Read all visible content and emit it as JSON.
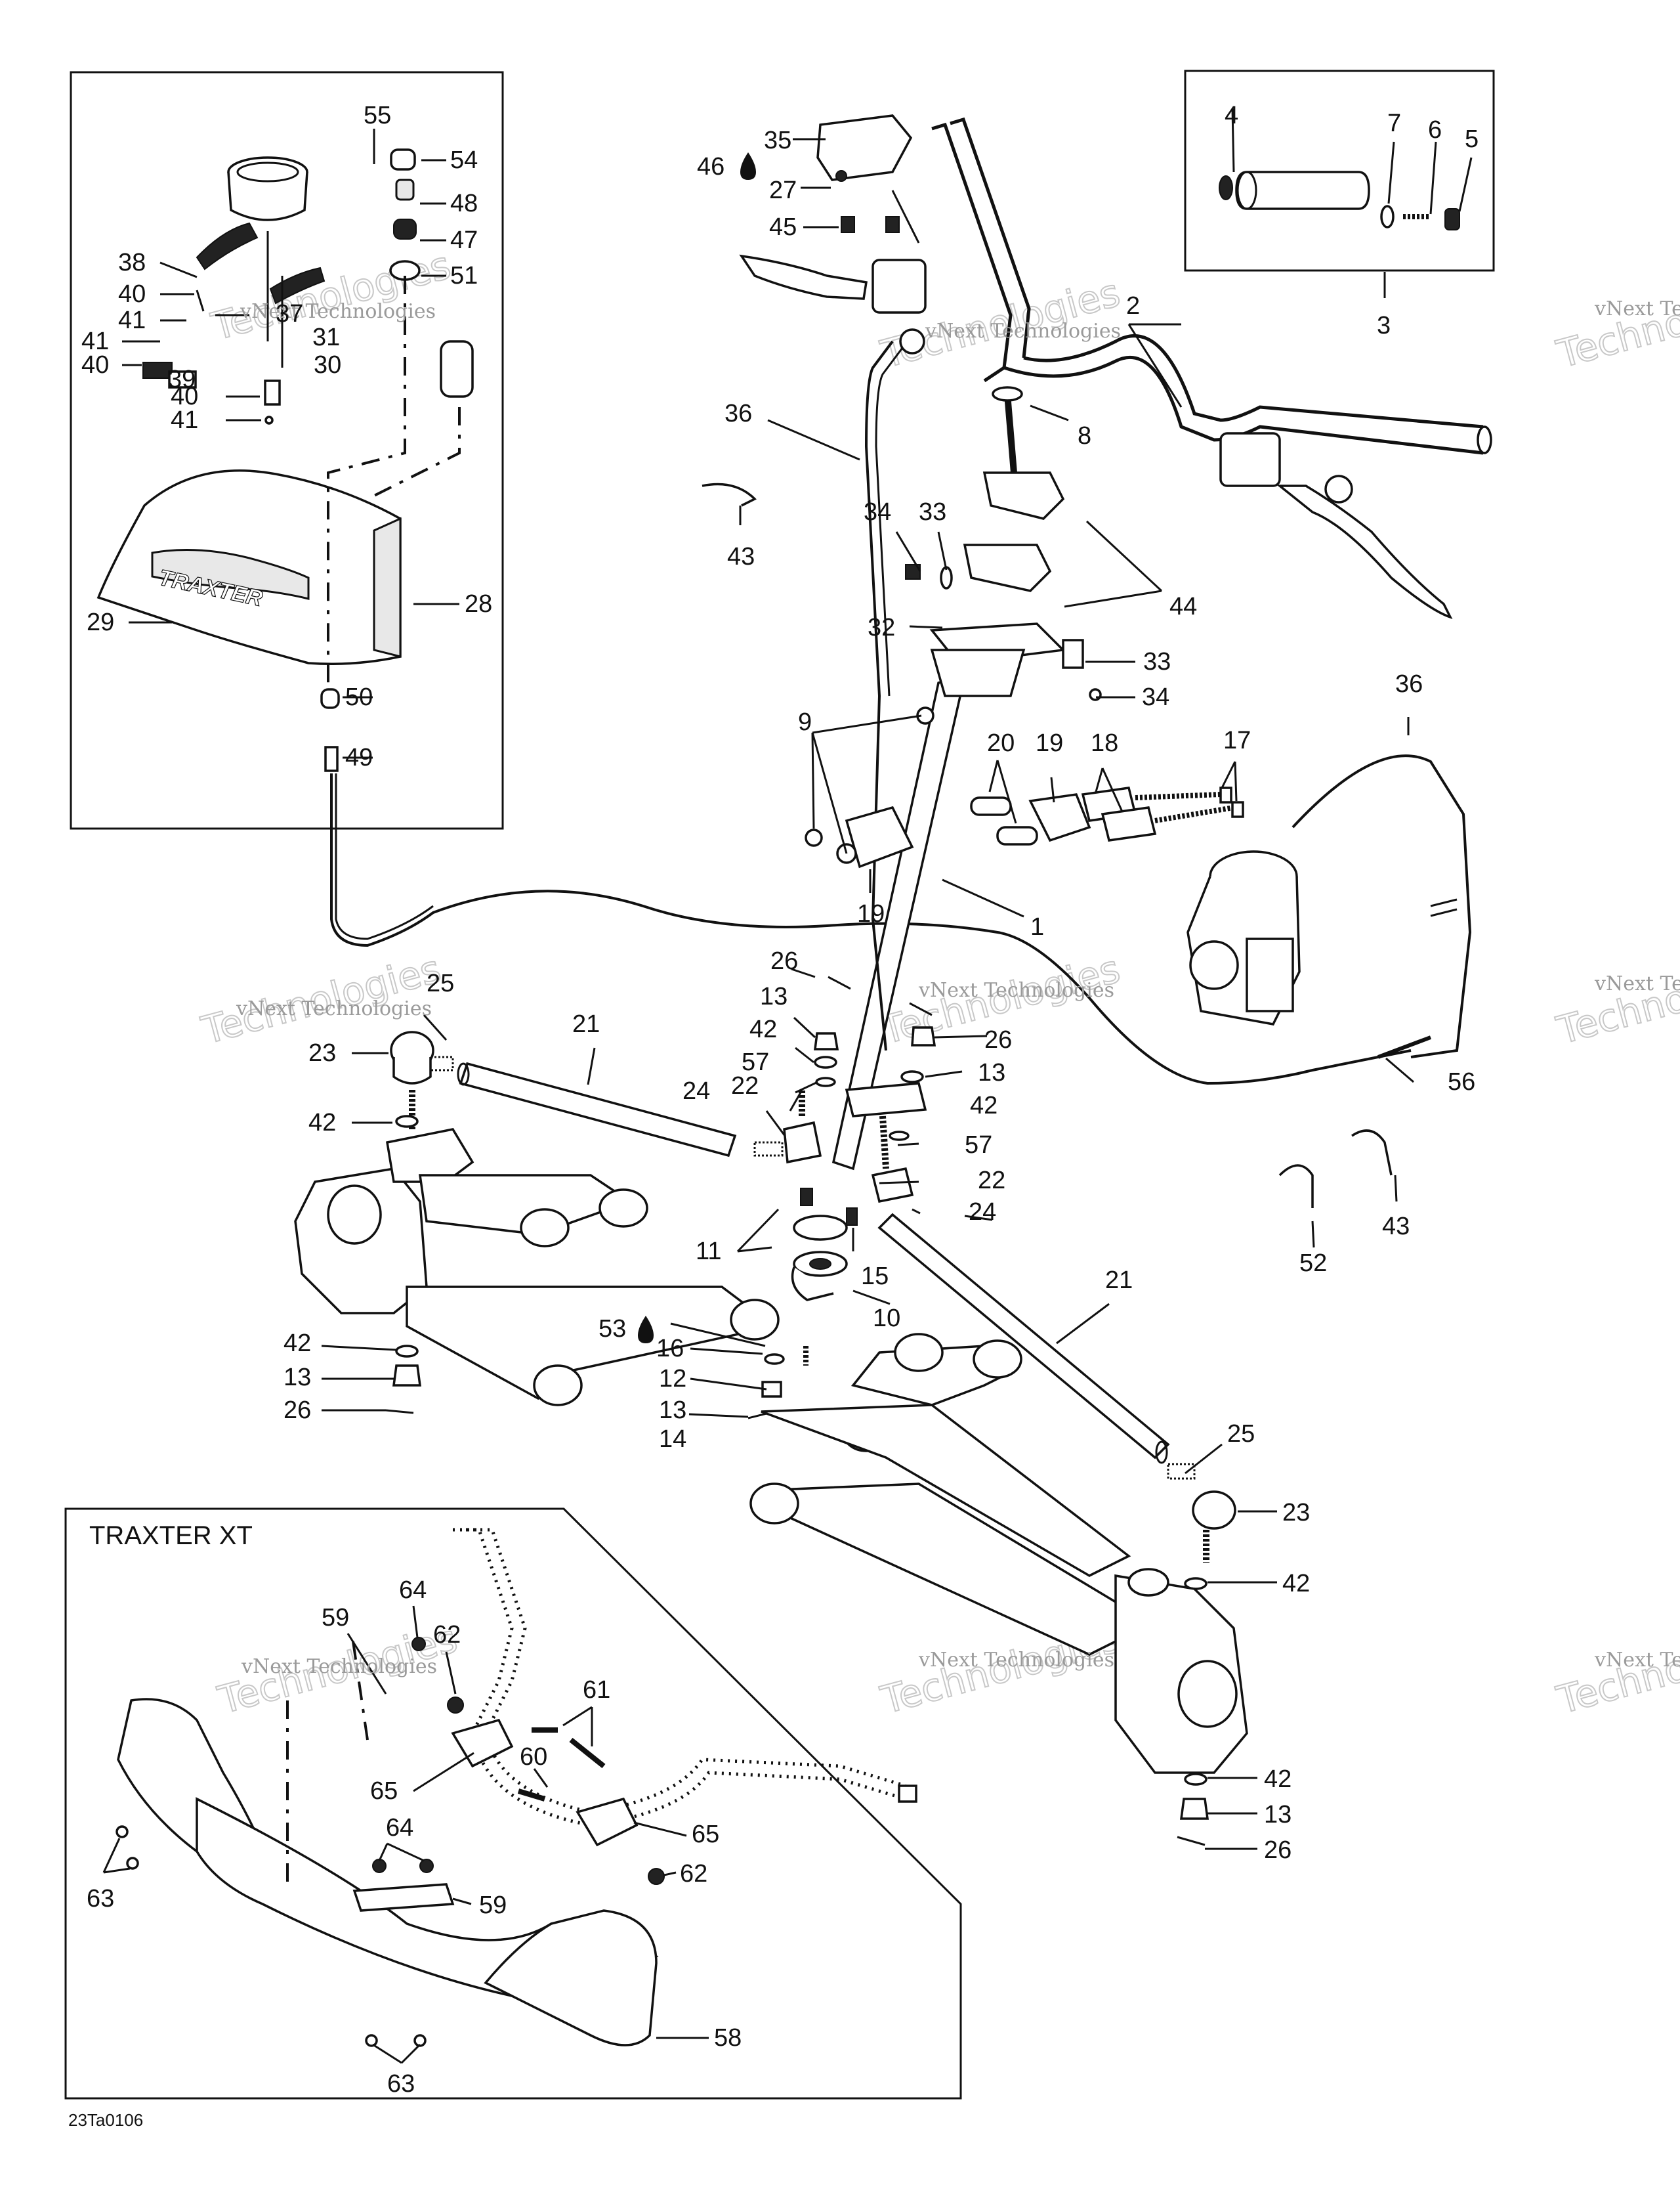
{
  "diagram": {
    "document_code": "23Ta0106",
    "inset_title": "TRAXTER XT",
    "watermark": {
      "line1": "vNext Technologies",
      "line2": "Technologies"
    },
    "callouts": [
      {
        "id": "c55",
        "text": "55"
      },
      {
        "id": "c54",
        "text": "54"
      },
      {
        "id": "c48",
        "text": "48"
      },
      {
        "id": "c47",
        "text": "47"
      },
      {
        "id": "c51",
        "text": "51"
      },
      {
        "id": "c38",
        "text": "38"
      },
      {
        "id": "c40a",
        "text": "40"
      },
      {
        "id": "c37",
        "text": "37"
      },
      {
        "id": "c41a",
        "text": "41"
      },
      {
        "id": "c31",
        "text": "31"
      },
      {
        "id": "c41b",
        "text": "41"
      },
      {
        "id": "c40b",
        "text": "40"
      },
      {
        "id": "c39",
        "text": "39"
      },
      {
        "id": "c30",
        "text": "30"
      },
      {
        "id": "c40c",
        "text": "40"
      },
      {
        "id": "c41c",
        "text": "41"
      },
      {
        "id": "c28",
        "text": "28"
      },
      {
        "id": "c29",
        "text": "29"
      },
      {
        "id": "c50",
        "text": "50"
      },
      {
        "id": "c49",
        "text": "49"
      },
      {
        "id": "c35",
        "text": "35"
      },
      {
        "id": "c46",
        "text": "46"
      },
      {
        "id": "c27",
        "text": "27"
      },
      {
        "id": "c45",
        "text": "45"
      },
      {
        "id": "c2",
        "text": "2"
      },
      {
        "id": "c36a",
        "text": "36"
      },
      {
        "id": "c8",
        "text": "8"
      },
      {
        "id": "c43a",
        "text": "43"
      },
      {
        "id": "c34a",
        "text": "34"
      },
      {
        "id": "c33a",
        "text": "33"
      },
      {
        "id": "c44",
        "text": "44"
      },
      {
        "id": "c32",
        "text": "32"
      },
      {
        "id": "c33b",
        "text": "33"
      },
      {
        "id": "c34b",
        "text": "34"
      },
      {
        "id": "c9",
        "text": "9"
      },
      {
        "id": "c20",
        "text": "20"
      },
      {
        "id": "c19a",
        "text": "19"
      },
      {
        "id": "c18",
        "text": "18"
      },
      {
        "id": "c17",
        "text": "17"
      },
      {
        "id": "c36b",
        "text": "36"
      },
      {
        "id": "c19b",
        "text": "19"
      },
      {
        "id": "c1",
        "text": "1"
      },
      {
        "id": "c4",
        "text": "4"
      },
      {
        "id": "c7",
        "text": "7"
      },
      {
        "id": "c6",
        "text": "6"
      },
      {
        "id": "c5",
        "text": "5"
      },
      {
        "id": "c3",
        "text": "3"
      },
      {
        "id": "c25a",
        "text": "25"
      },
      {
        "id": "c21a",
        "text": "21"
      },
      {
        "id": "c23a",
        "text": "23"
      },
      {
        "id": "c42a",
        "text": "42"
      },
      {
        "id": "c26a",
        "text": "26"
      },
      {
        "id": "c13a",
        "text": "13"
      },
      {
        "id": "c42b",
        "text": "42"
      },
      {
        "id": "c57a",
        "text": "57"
      },
      {
        "id": "c26b",
        "text": "26"
      },
      {
        "id": "c13b",
        "text": "13"
      },
      {
        "id": "c42c",
        "text": "42"
      },
      {
        "id": "c24a",
        "text": "24"
      },
      {
        "id": "c22a",
        "text": "22"
      },
      {
        "id": "c57b",
        "text": "57"
      },
      {
        "id": "c22b",
        "text": "22"
      },
      {
        "id": "c24b",
        "text": "24"
      },
      {
        "id": "c56",
        "text": "56"
      },
      {
        "id": "c52",
        "text": "52"
      },
      {
        "id": "c43b",
        "text": "43"
      },
      {
        "id": "c11",
        "text": "11"
      },
      {
        "id": "c15",
        "text": "15"
      },
      {
        "id": "c10",
        "text": "10"
      },
      {
        "id": "c21b",
        "text": "21"
      },
      {
        "id": "c53",
        "text": "53"
      },
      {
        "id": "c16",
        "text": "16"
      },
      {
        "id": "c12",
        "text": "12"
      },
      {
        "id": "c13c",
        "text": "13"
      },
      {
        "id": "c14",
        "text": "14"
      },
      {
        "id": "c42d",
        "text": "42"
      },
      {
        "id": "c13d",
        "text": "13"
      },
      {
        "id": "c26c",
        "text": "26"
      },
      {
        "id": "c25b",
        "text": "25"
      },
      {
        "id": "c23b",
        "text": "23"
      },
      {
        "id": "c42e",
        "text": "42"
      },
      {
        "id": "c42f",
        "text": "42"
      },
      {
        "id": "c13e",
        "text": "13"
      },
      {
        "id": "c26d",
        "text": "26"
      },
      {
        "id": "c64a",
        "text": "64"
      },
      {
        "id": "c59a",
        "text": "59"
      },
      {
        "id": "c62a",
        "text": "62"
      },
      {
        "id": "c61",
        "text": "61"
      },
      {
        "id": "c65a",
        "text": "65"
      },
      {
        "id": "c60",
        "text": "60"
      },
      {
        "id": "c64b",
        "text": "64"
      },
      {
        "id": "c65b",
        "text": "65"
      },
      {
        "id": "c62b",
        "text": "62"
      },
      {
        "id": "c59b",
        "text": "59"
      },
      {
        "id": "c63a",
        "text": "63"
      },
      {
        "id": "c58",
        "text": "58"
      },
      {
        "id": "c63b",
        "text": "63"
      }
    ]
  }
}
